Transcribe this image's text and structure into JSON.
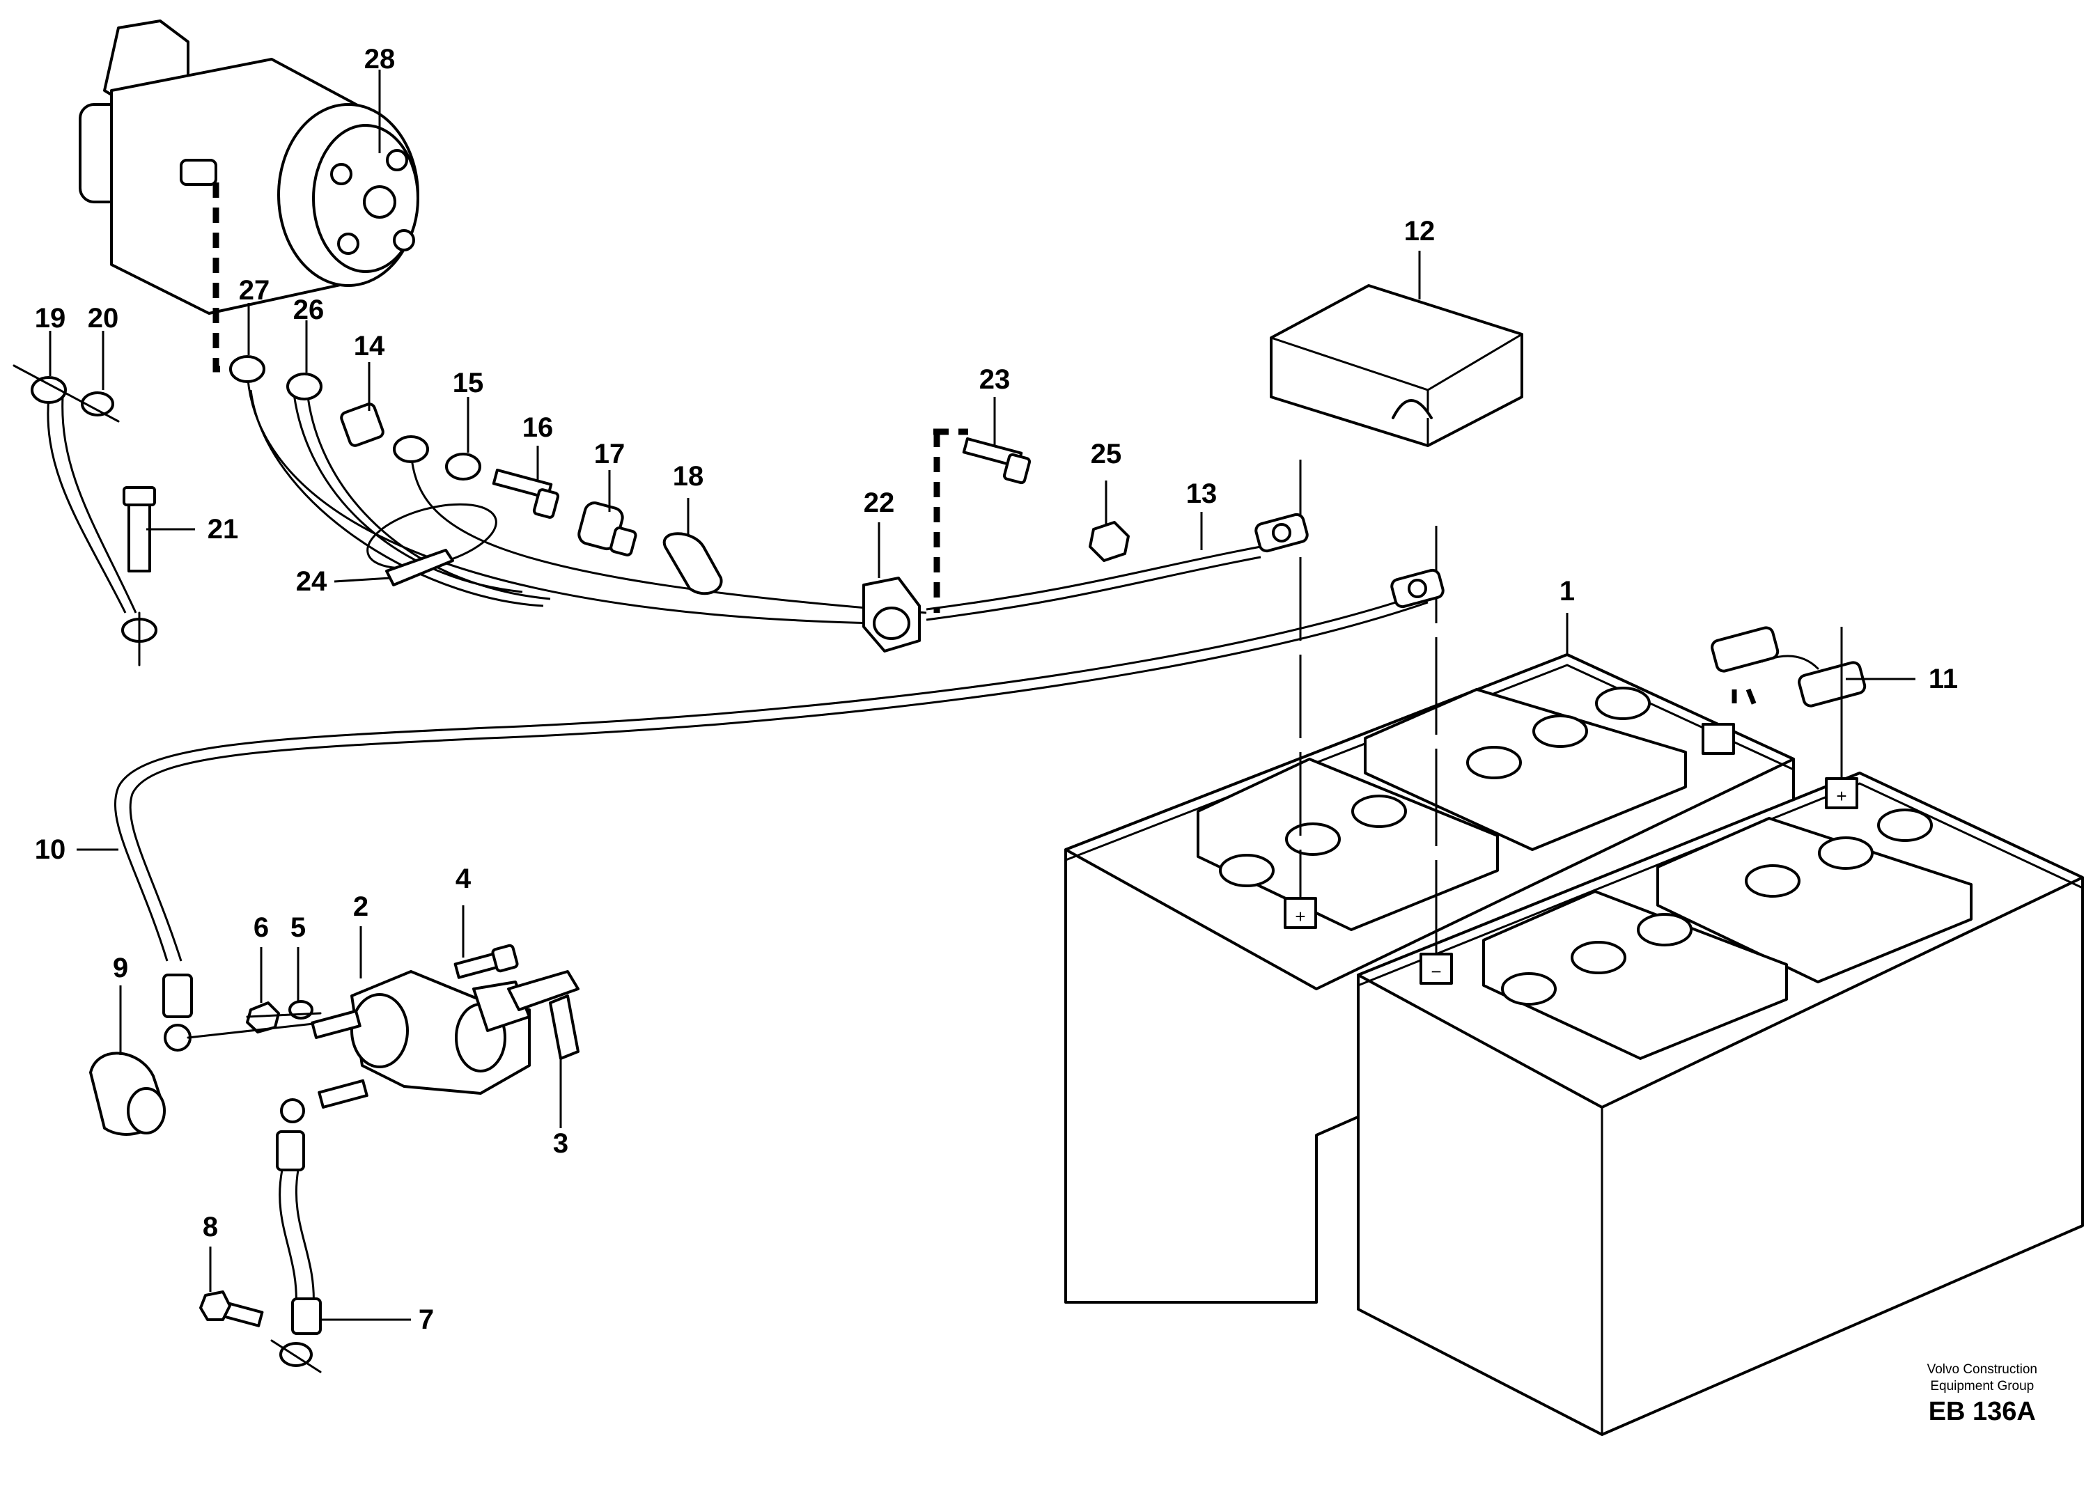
{
  "callouts": [
    {
      "id": "28",
      "label": "28"
    },
    {
      "id": "19",
      "label": "19"
    },
    {
      "id": "20",
      "label": "20"
    },
    {
      "id": "27",
      "label": "27"
    },
    {
      "id": "26",
      "label": "26"
    },
    {
      "id": "14",
      "label": "14"
    },
    {
      "id": "15",
      "label": "15"
    },
    {
      "id": "16",
      "label": "16"
    },
    {
      "id": "17",
      "label": "17"
    },
    {
      "id": "18",
      "label": "18"
    },
    {
      "id": "23",
      "label": "23"
    },
    {
      "id": "12",
      "label": "12"
    },
    {
      "id": "25",
      "label": "25"
    },
    {
      "id": "13",
      "label": "13"
    },
    {
      "id": "22",
      "label": "22"
    },
    {
      "id": "21",
      "label": "21"
    },
    {
      "id": "24",
      "label": "24"
    },
    {
      "id": "1",
      "label": "1"
    },
    {
      "id": "11",
      "label": "11"
    },
    {
      "id": "10",
      "label": "10"
    },
    {
      "id": "4",
      "label": "4"
    },
    {
      "id": "6",
      "label": "6"
    },
    {
      "id": "5",
      "label": "5"
    },
    {
      "id": "2",
      "label": "2"
    },
    {
      "id": "9",
      "label": "9"
    },
    {
      "id": "3",
      "label": "3"
    },
    {
      "id": "8",
      "label": "8"
    },
    {
      "id": "7",
      "label": "7"
    }
  ],
  "terminal_symbols": {
    "plus": "+",
    "minus": "−"
  },
  "credit": {
    "line1": "Volvo Construction",
    "line2": "Equipment Group",
    "code": "EB 136A"
  }
}
